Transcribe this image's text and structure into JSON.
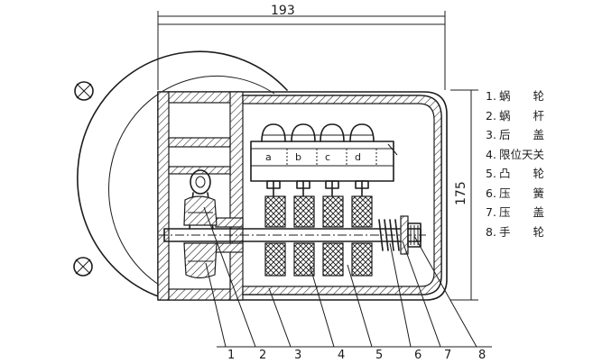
{
  "dimensions": {
    "width": "193",
    "height": "175"
  },
  "switch_labels": [
    "a",
    "b",
    "c",
    "d"
  ],
  "legend": [
    {
      "num": "1.",
      "name": "蜗　　轮"
    },
    {
      "num": "2.",
      "name": "蜗　　杆"
    },
    {
      "num": "3.",
      "name": "后　　盖"
    },
    {
      "num": "4.",
      "name": "限位天关"
    },
    {
      "num": "5.",
      "name": "凸　　轮"
    },
    {
      "num": "6.",
      "name": "压　　簧"
    },
    {
      "num": "7.",
      "name": "压　　盖"
    },
    {
      "num": "8.",
      "name": "手　　轮"
    }
  ],
  "callouts": [
    "1",
    "2",
    "3",
    "4",
    "5",
    "6",
    "7",
    "8"
  ]
}
